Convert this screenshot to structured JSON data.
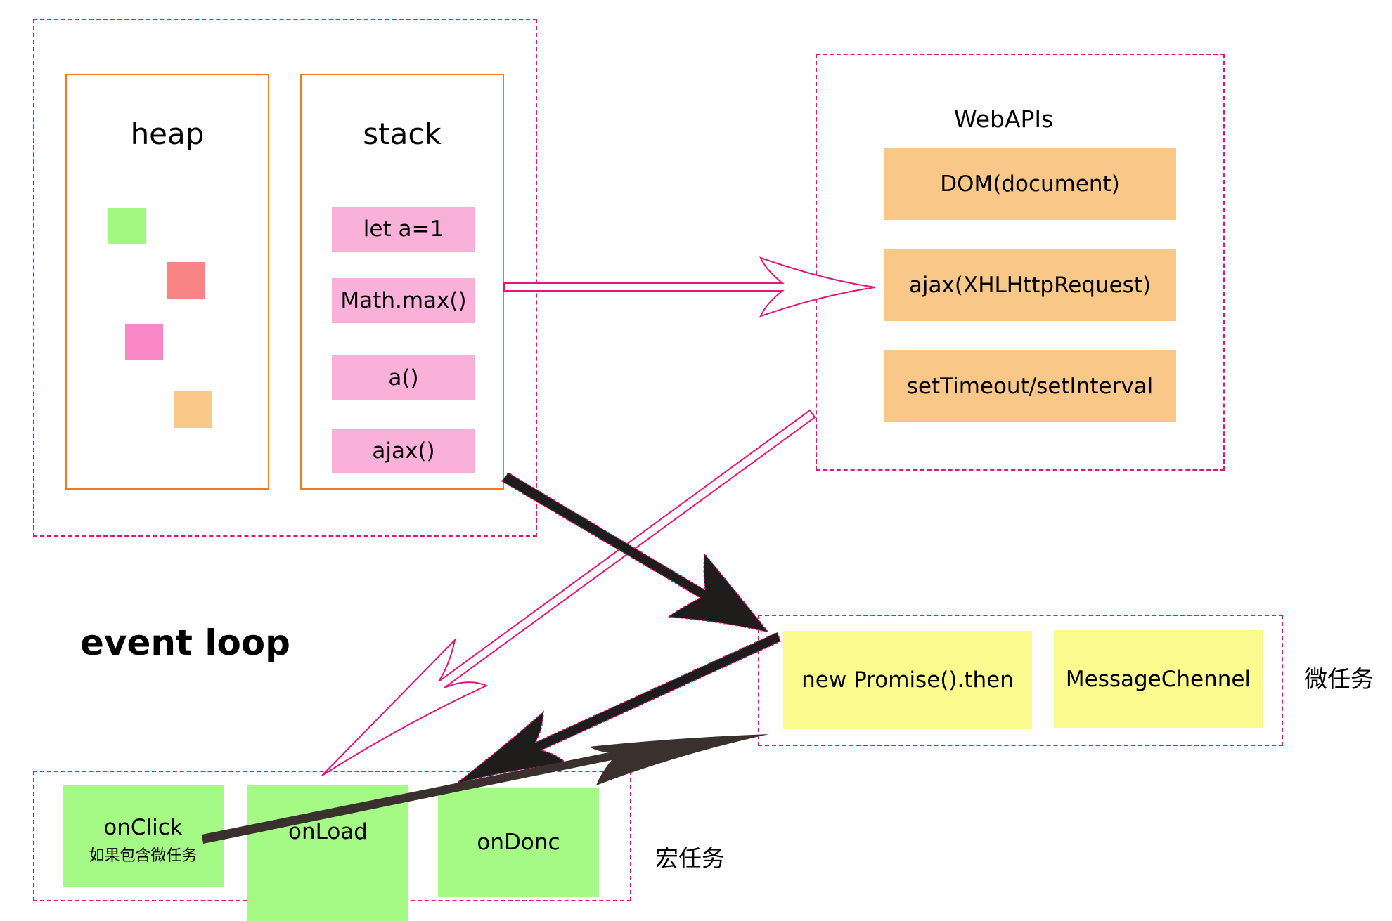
{
  "runtime": {
    "heap": {
      "title": "heap",
      "objects": [
        {
          "name": "object-green",
          "color": "#a3f97f"
        },
        {
          "name": "object-red",
          "color": "#f98486"
        },
        {
          "name": "object-pink",
          "color": "#f987c8"
        },
        {
          "name": "object-orange",
          "color": "#f9c786"
        }
      ]
    },
    "stack": {
      "title": "stack",
      "frames": [
        "let a=1",
        "Math.max()",
        "a()",
        "ajax()"
      ]
    }
  },
  "webapis": {
    "title": "WebAPIs",
    "items": [
      "DOM(document)",
      "ajax(XHLHttpRequest)",
      "setTimeout/setInterval"
    ]
  },
  "event_loop_label": "event loop",
  "microtasks": {
    "label": "微任务",
    "items": [
      "new Promise().then",
      "MessageChennel"
    ]
  },
  "macrotasks": {
    "label": "宏任务",
    "items": [
      {
        "label": "onClick",
        "note": "如果包含微任务"
      },
      {
        "label": "onLoad",
        "note": ""
      },
      {
        "label": "onDonc",
        "note": ""
      }
    ]
  },
  "colors": {
    "dashed_border": "#e8127c",
    "panel_border": "#ef7a22",
    "stack_frame": "#f9b0d9",
    "webapi_item": "#f9c787",
    "microtask_item": "#fbfa8f",
    "macrotask_item": "#a5f985",
    "arrow_dark": "#1f1c1c",
    "arrow_brown": "#3a302d",
    "arrow_outline": "#e8127c"
  },
  "arrows": [
    {
      "name": "stack-to-webapis-arrow",
      "from": "stack",
      "to": "webapis",
      "style": "hollow"
    },
    {
      "name": "stack-to-microtasks-arrow",
      "from": "stack",
      "to": "microtasks",
      "style": "solid-dark"
    },
    {
      "name": "webapis-to-macrotasks-arrow",
      "from": "webapis",
      "to": "macrotasks",
      "style": "hollow"
    },
    {
      "name": "microtasks-to-macrotasks-arrow",
      "from": "microtasks",
      "to": "macrotasks",
      "style": "solid-dark"
    },
    {
      "name": "onclick-to-microtasks-arrow",
      "from": "onClick",
      "to": "microtasks",
      "style": "solid-brown"
    }
  ]
}
